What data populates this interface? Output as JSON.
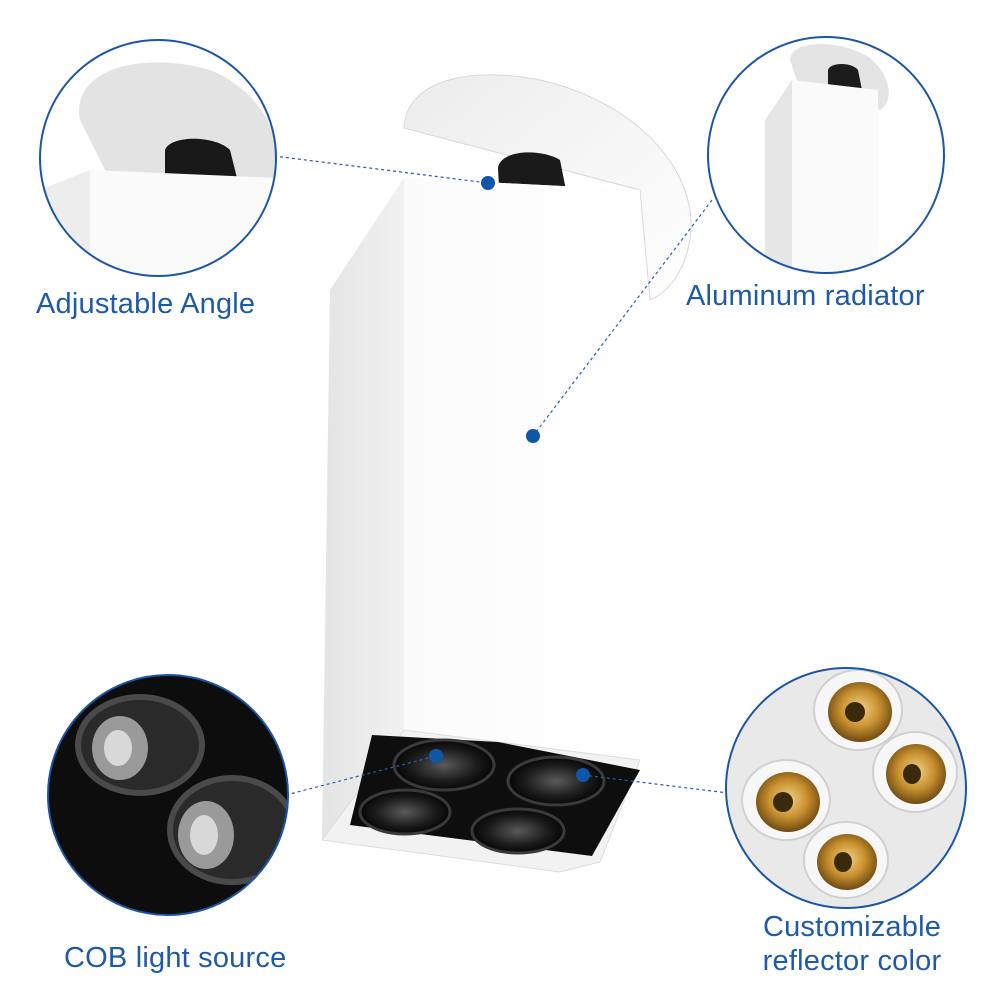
{
  "labels": {
    "adjustable_angle": "Adjustable Angle",
    "aluminum_radiator": "Aluminum radiator",
    "cob_light_source": "COB light source",
    "customizable_line1": "Customizable",
    "customizable_line2": "reflector color"
  },
  "colors": {
    "accent": "#1f5aa6",
    "callout_ring": "#1a56a5",
    "reflector_gold": "#c8902f",
    "housing_white": "#f7f7f7",
    "lens_black": "#151515"
  }
}
